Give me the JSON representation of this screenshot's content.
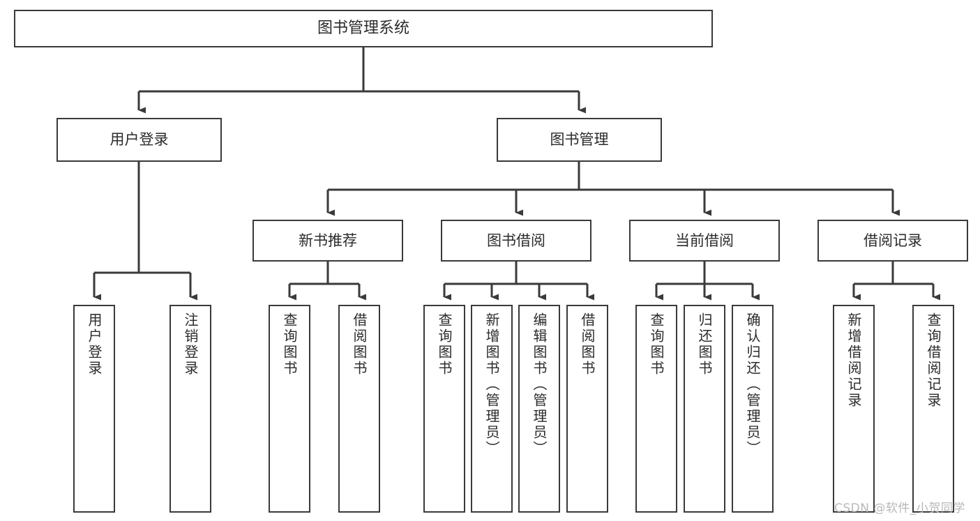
{
  "diagram": {
    "title": "图书管理系统",
    "type": "hierarchy-tree",
    "watermark": "CSDN @软件_小贺同学",
    "colors": {
      "stroke": "#3a3a3a",
      "text": "#2b2b2b",
      "background": "#ffffff",
      "watermark": "#b8b8b8"
    },
    "nodes": {
      "root": {
        "label": "图书管理系统"
      },
      "level2": [
        {
          "id": "user-login",
          "label": "用户登录"
        },
        {
          "id": "book-management",
          "label": "图书管理"
        }
      ],
      "level3": [
        {
          "id": "new-book-recommend",
          "label": "新书推荐"
        },
        {
          "id": "book-borrow",
          "label": "图书借阅"
        },
        {
          "id": "current-borrow",
          "label": "当前借阅"
        },
        {
          "id": "borrow-record",
          "label": "借阅记录"
        }
      ],
      "leaves": {
        "user_login": [
          {
            "id": "leaf-user-login",
            "label": "用户登录"
          },
          {
            "id": "leaf-logout",
            "label": "注销登录"
          }
        ],
        "new_book_recommend": [
          {
            "id": "leaf-query-book-1",
            "label": "查询图书"
          },
          {
            "id": "leaf-borrow-book-1",
            "label": "借阅图书"
          }
        ],
        "book_borrow": [
          {
            "id": "leaf-query-book-2",
            "label": "查询图书"
          },
          {
            "id": "leaf-add-book",
            "label": "新增图书（管理员）"
          },
          {
            "id": "leaf-edit-book",
            "label": "编辑图书（管理员）"
          },
          {
            "id": "leaf-borrow-book-2",
            "label": "借阅图书"
          }
        ],
        "current_borrow": [
          {
            "id": "leaf-query-book-3",
            "label": "查询图书"
          },
          {
            "id": "leaf-return-book",
            "label": "归还图书"
          },
          {
            "id": "leaf-confirm-return",
            "label": "确认归还（管理员）"
          }
        ],
        "borrow_record": [
          {
            "id": "leaf-add-record",
            "label": "新增借阅记录"
          },
          {
            "id": "leaf-query-record",
            "label": "查询借阅记录"
          }
        ]
      }
    }
  }
}
